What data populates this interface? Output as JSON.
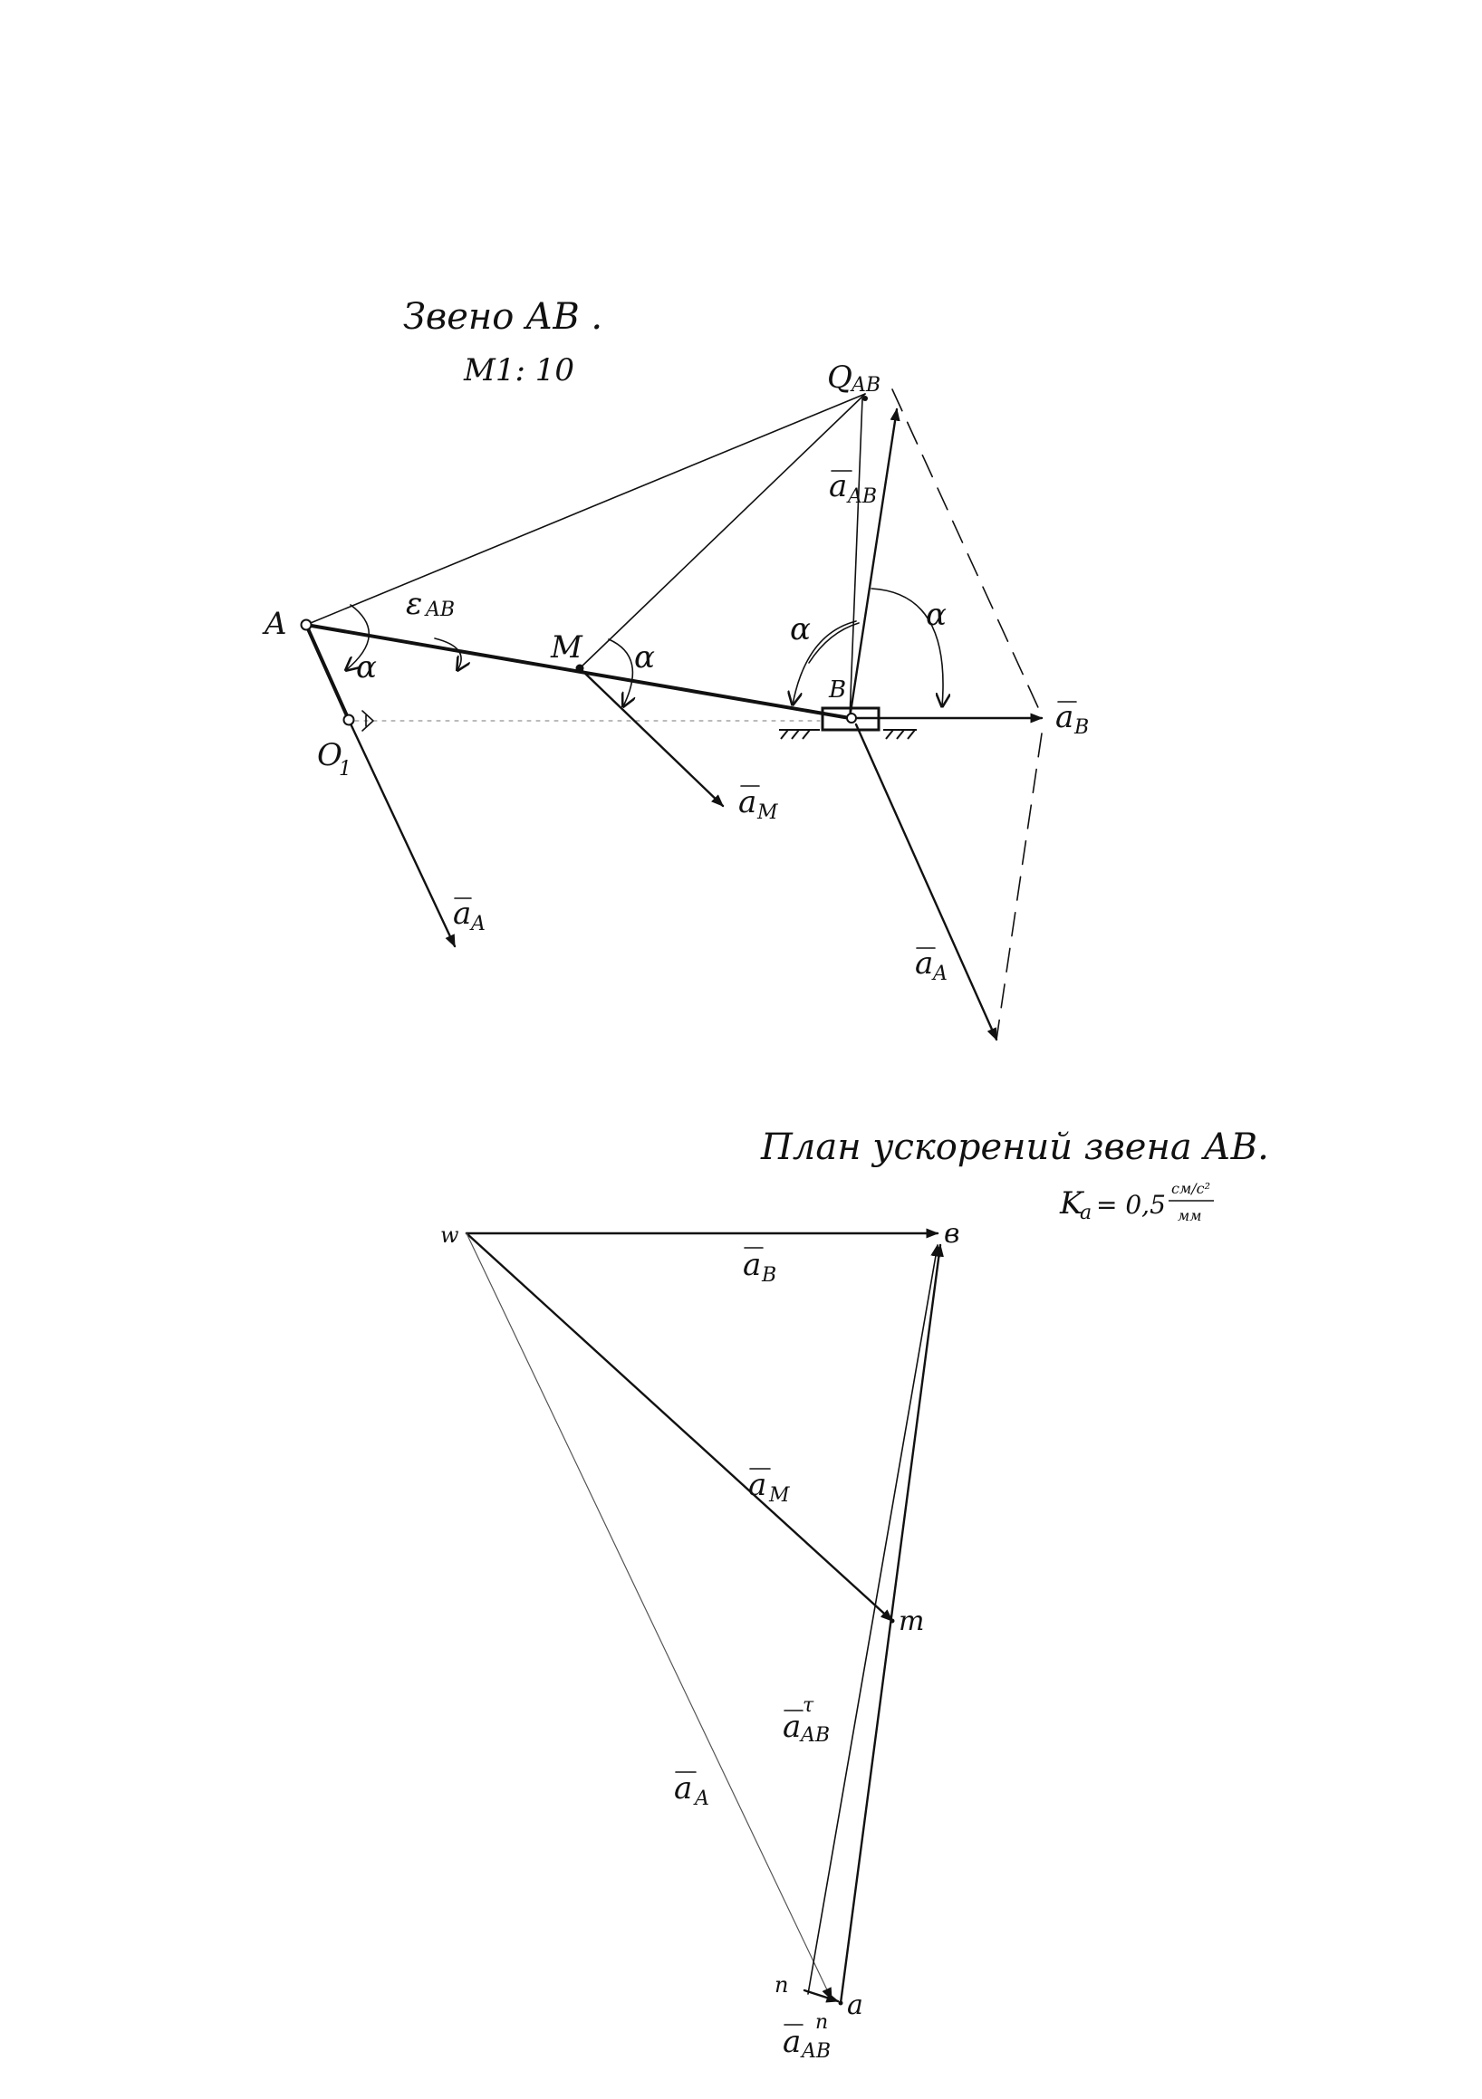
{
  "link_diagram": {
    "title": "Звено АВ .",
    "scale": "M1: 10",
    "labels": {
      "A": "A",
      "O1": "O",
      "O1_sub": "1",
      "M": "M",
      "B": "B",
      "Q": "Q",
      "Q_sub": "AB",
      "eps": "ε",
      "eps_sub": "AB",
      "alpha": "α",
      "a": "a",
      "a_A_sub": "A",
      "a_M_sub": "M",
      "a_B_sub": "B",
      "a_AB_sub": "AB",
      "a_A_copy_sub": "A"
    }
  },
  "plan_diagram": {
    "title": "План ускорений звена АВ.",
    "scale_k": "K",
    "scale_k_sub": "a",
    "scale_value": "= 0,5",
    "scale_num": "см/с²",
    "scale_den": "мм",
    "labels": {
      "w": "w",
      "b": "в",
      "m": "m",
      "a_point": "a",
      "n": "n",
      "a": "a",
      "a_B_sub": "B",
      "a_M_sub": "M",
      "a_A_sub": "A",
      "a_AB_tau_sub": "AB",
      "tau": "τ",
      "a_AB_n_sub": "AB",
      "n_sup": "n"
    }
  },
  "colors": {
    "ink": "#111111",
    "paper": "#ffffff"
  }
}
